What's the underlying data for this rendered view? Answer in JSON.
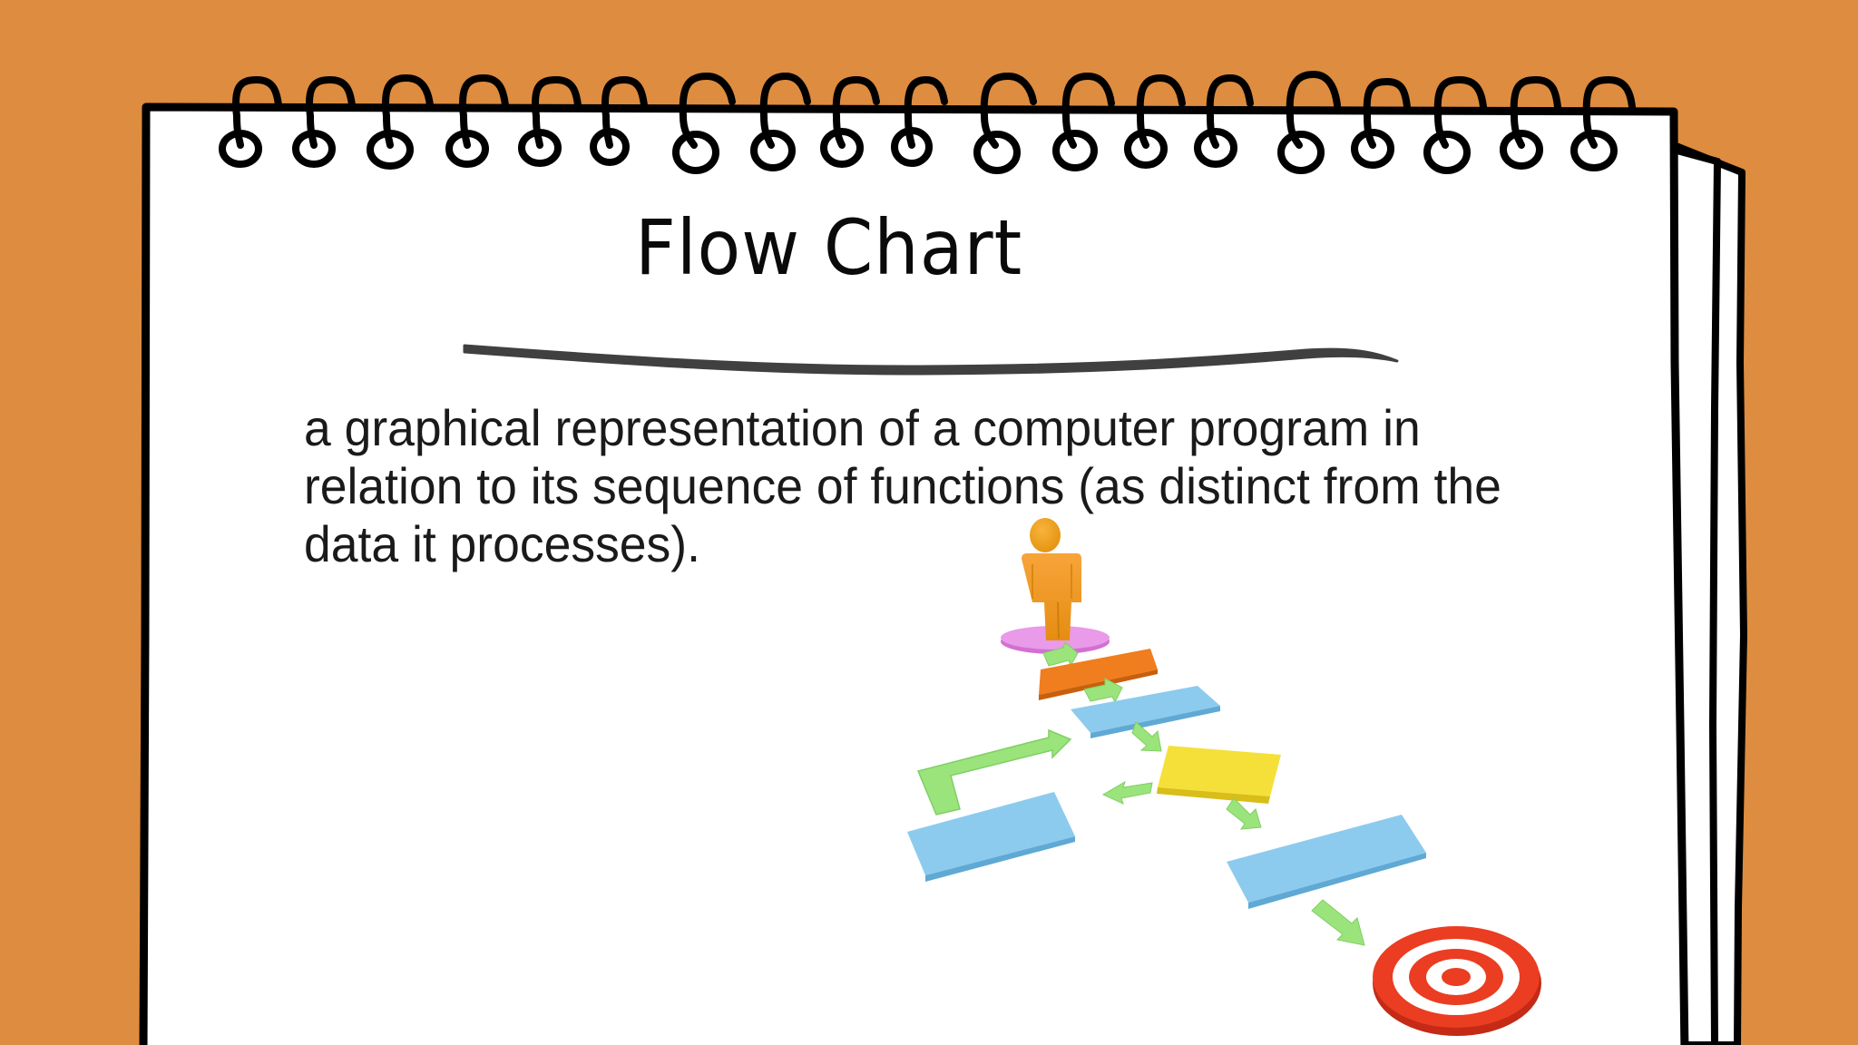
{
  "slide": {
    "title": "Flow Chart",
    "definition": "a graphical representation of a computer program in relation to its sequence of functions (as distinct from the data it processes).",
    "background_color": "#de8c3f",
    "page_color": "#ffffff",
    "outline_color": "#000000"
  },
  "notebook": {
    "spiral_ring_count": 19,
    "stacked_back_pages": 2
  },
  "illustration": {
    "subject": "3D flowchart with a person at the start and a target at the end",
    "elements": [
      {
        "name": "person-figure",
        "color": "#f0a020"
      },
      {
        "name": "start-ellipse",
        "color": "#e684e6"
      },
      {
        "name": "process-bar-orange",
        "color": "#f07d1e"
      },
      {
        "name": "process-bar-blue-top",
        "color": "#8ccbee"
      },
      {
        "name": "decision-square-yellow",
        "color": "#f5e03a"
      },
      {
        "name": "process-bar-blue-left",
        "color": "#8ccbee"
      },
      {
        "name": "process-bar-blue-right",
        "color": "#8ccbee"
      },
      {
        "name": "connector-arrows",
        "color": "#9be47c"
      },
      {
        "name": "target-goal",
        "color": "#e8351f"
      }
    ]
  }
}
